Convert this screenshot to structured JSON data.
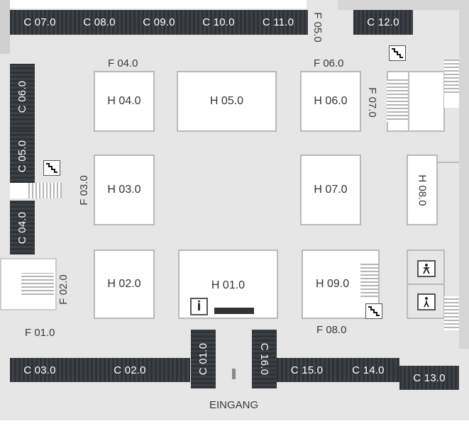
{
  "shelves": {
    "c07": "C 07.0",
    "c08": "C 08.0",
    "c09": "C 09.0",
    "c10": "C 10.0",
    "c11": "C 11.0",
    "c12": "C 12.0",
    "c06": "C 06.0",
    "c05": "C 05.0",
    "c04": "C 04.0",
    "c03": "C 03.0",
    "c02": "C 02.0",
    "c01": "C 01.0",
    "c16": "C 16.0",
    "c15": "C 15.0",
    "c14": "C 14.0",
    "c13": "C 13.0"
  },
  "rooms": {
    "h01": "H 01.0",
    "h02": "H 02.0",
    "h03": "H 03.0",
    "h04": "H 04.0",
    "h05": "H 05.0",
    "h06": "H 06.0",
    "h07": "H 07.0",
    "h08": "H 08.0",
    "h09": "H 09.0"
  },
  "areas": {
    "f01": "F 01.0",
    "f02": "F 02.0",
    "f03": "F 03.0",
    "f04": "F 04.0",
    "f05": "F 05.0",
    "f06": "F 06.0",
    "f07": "F 07.0",
    "f08": "F 08.0"
  },
  "entrance": "EINGANG",
  "icons": [
    "stairs-icon",
    "info-icon",
    "restroom-male-icon",
    "restroom-female-icon"
  ]
}
